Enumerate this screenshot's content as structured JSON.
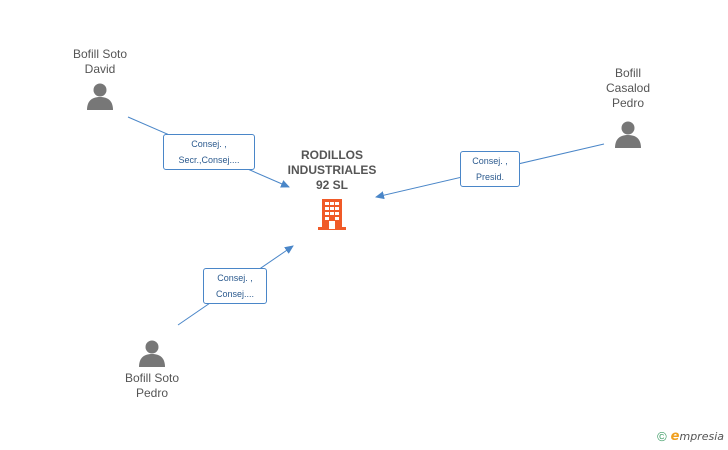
{
  "company": {
    "name": "RODILLOS\nINDUSTRIALES\n92 SL",
    "icon": "building-icon",
    "color": "#f05a28"
  },
  "people": [
    {
      "id": "p1",
      "name": "Bofill Soto\nDavid",
      "icon": "person-icon"
    },
    {
      "id": "p2",
      "name": "Bofill\nCasalod\nPedro",
      "icon": "person-icon"
    },
    {
      "id": "p3",
      "name": "Bofill Soto\nPedro",
      "icon": "person-icon"
    }
  ],
  "relations": [
    {
      "from": "p1",
      "line1": "Consej. ,",
      "line2": "Secr.,Consej...."
    },
    {
      "from": "p2",
      "line1": "Consej. ,",
      "line2": "Presid."
    },
    {
      "from": "p3",
      "line1": "Consej. ,",
      "line2": "Consej...."
    }
  ],
  "colors": {
    "edge": "#4a86c8",
    "person": "#777777",
    "text": "#555555"
  },
  "footer": {
    "copyright": "©",
    "brand_e": "e",
    "brand_rest": "mpresia"
  }
}
